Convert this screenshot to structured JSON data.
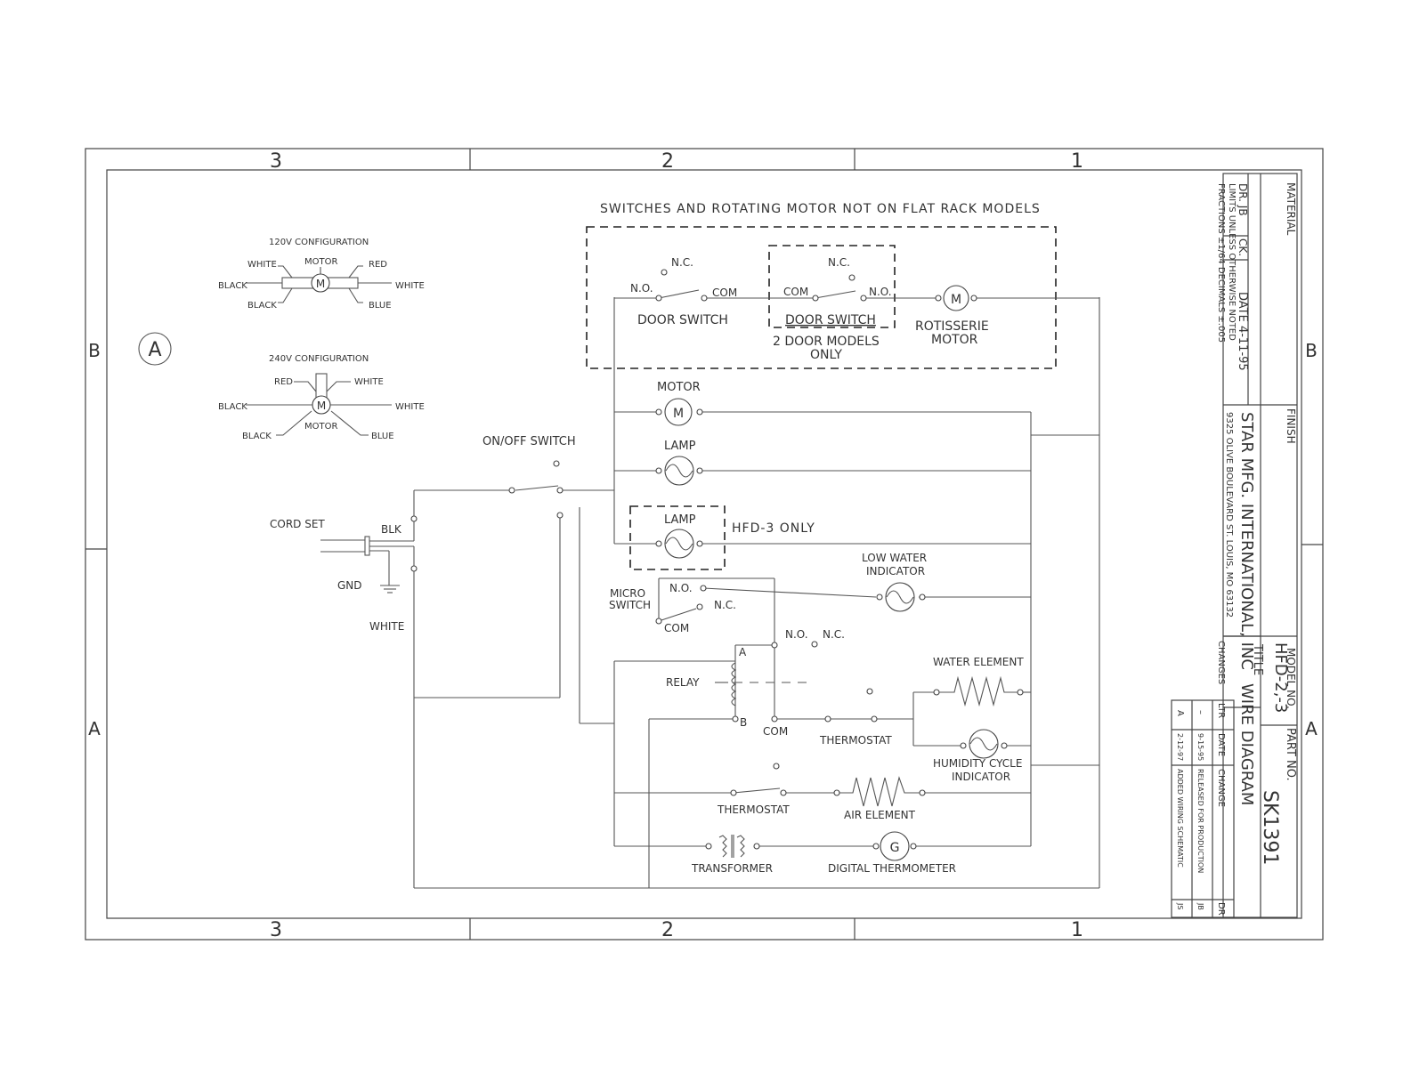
{
  "border": {
    "zones_top": [
      "3",
      "2",
      "1"
    ],
    "zones_bottom": [
      "3",
      "2",
      "1"
    ],
    "rows_left": [
      "B",
      "A"
    ],
    "rows_right": [
      "B",
      "A"
    ]
  },
  "sheet_ref": "A",
  "config_120v": {
    "title": "120V CONFIGURATION",
    "motor": "MOTOR",
    "symbol": "M",
    "white_left": "WHITE",
    "red": "RED",
    "black_left": "BLACK",
    "white_right": "WHITE",
    "black_bottom": "BLACK",
    "blue": "BLUE"
  },
  "config_240v": {
    "title": "240V CONFIGURATION",
    "red": "RED",
    "white_top": "WHITE",
    "black_left": "BLACK",
    "white_right": "WHITE",
    "symbol": "M",
    "motor": "MOTOR",
    "black_bottom": "BLACK",
    "blue": "BLUE"
  },
  "notes": {
    "top_note": "SWITCHES AND ROTATING MOTOR NOT ON FLAT RACK MODELS",
    "two_door_line1": "2 DOOR MODELS",
    "two_door_line2": "ONLY",
    "hfd3_only": "HFD-3 ONLY"
  },
  "labels": {
    "nc": "N.C.",
    "no": "N.O.",
    "com": "COM",
    "door_switch": "DOOR SWITCH",
    "rotisserie_line1": "ROTISSERIE",
    "rotisserie_line2": "MOTOR",
    "motor": "MOTOR",
    "motor_symbol": "M",
    "lamp": "LAMP",
    "on_off_switch": "ON/OFF SWITCH",
    "cord_set": "CORD SET",
    "blk": "BLK",
    "gnd": "GND",
    "white": "WHITE",
    "low_water_line1": "LOW WATER",
    "low_water_line2": "INDICATOR",
    "micro_line1": "MICRO",
    "micro_line2": "SWITCH",
    "relay": "RELAY",
    "relay_a": "A",
    "relay_b": "B",
    "water_element": "WATER ELEMENT",
    "thermostat": "THERMOSTAT",
    "humidity_line1": "HUMIDITY CYCLE",
    "humidity_line2": "INDICATOR",
    "air_element": "AIR ELEMENT",
    "transformer": "TRANSFORMER",
    "digital_thermometer": "DIGITAL THERMOMETER",
    "thermometer_symbol": "G"
  },
  "title_block": {
    "material": "MATERIAL",
    "finish": "FINISH",
    "dr": "DR. JB",
    "ck": "CK.",
    "date": "DATE 4-11-95",
    "limits": "LIMITS UNLESS OTHERWISE NOTED",
    "tolerances": "FRACTIONS ±1/64  DECIMALS ±.005",
    "company": "STAR MFG. INTERNATIONAL, INC",
    "address": "9325 OLIVE BOULEVARD  ST. LOUIS, MO 63132",
    "model_label": "MODEL NO.",
    "model_value": "HFD-2,-3",
    "part_label": "PART NO.",
    "part_value": "SK1391",
    "title_label": "TITLE",
    "title_value": "WIRE DIAGRAM",
    "changes_label": "CHANGES",
    "col_ltr": "LTR",
    "col_date": "DATE",
    "col_change": "CHANGE",
    "col_dr": "DR",
    "changes": [
      {
        "ltr": "–",
        "date": "9-15-95",
        "change": "RELEASED FOR PRODUCTION",
        "dr": "JB"
      },
      {
        "ltr": "A",
        "date": "2-12-97",
        "change": "ADDED WIRING SCHEMATIC",
        "dr": "JS"
      }
    ]
  }
}
